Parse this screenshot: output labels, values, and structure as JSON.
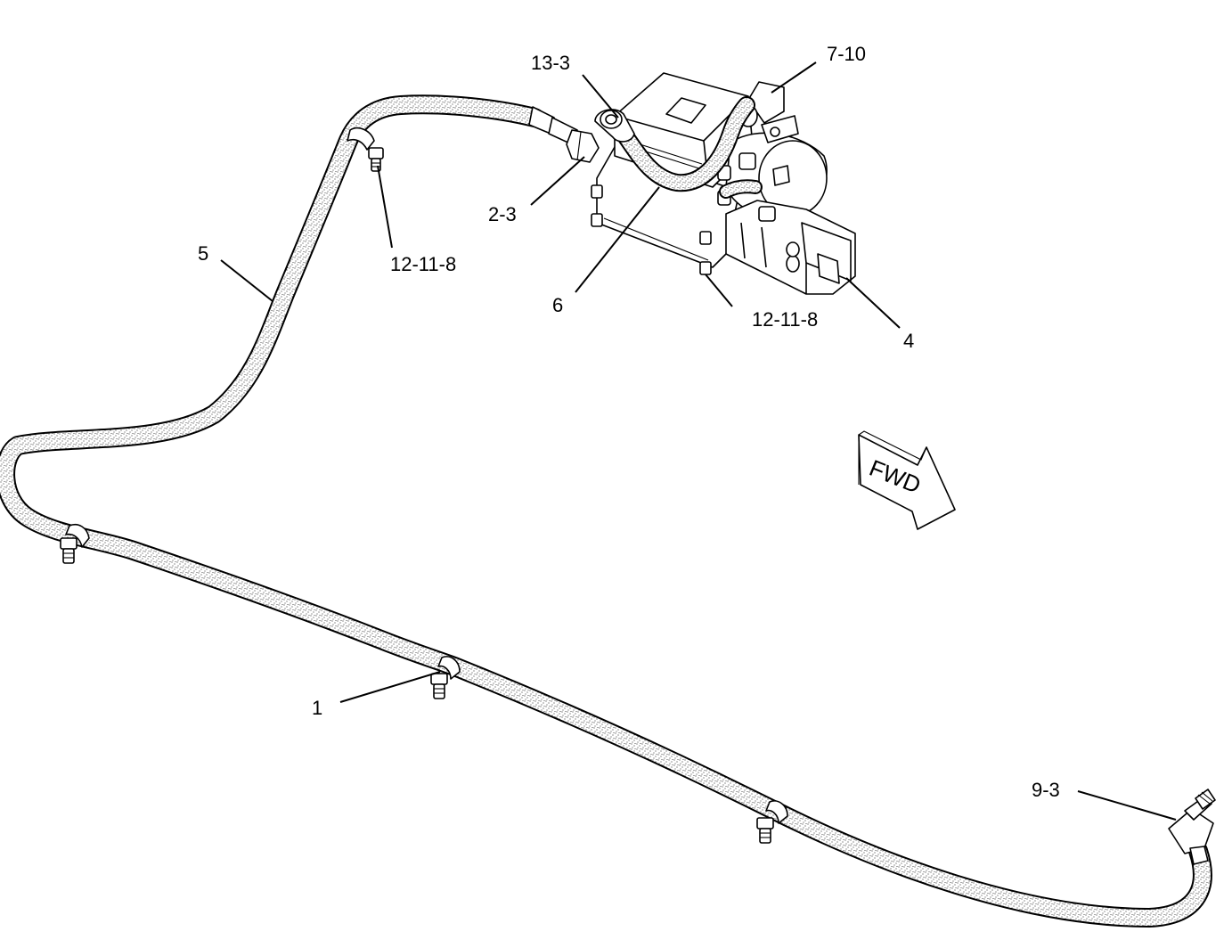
{
  "callouts": {
    "c13_3": "13-3",
    "c7_10": "7-10",
    "c2_3": "2-3",
    "c5": "5",
    "c12_11_8_top": "12-11-8",
    "c6": "6",
    "c12_11_8_bottom": "12-11-8",
    "c4": "4",
    "c1": "1",
    "c9_3": "9-3"
  },
  "direction_arrow": {
    "label": "FWD"
  },
  "icons": {
    "pump": "pump-assembly-icon",
    "hose": "hose-icon",
    "clamp": "hose-clamp-icon",
    "elbow": "elbow-fitting-icon",
    "arrow": "forward-direction-arrow-icon"
  }
}
